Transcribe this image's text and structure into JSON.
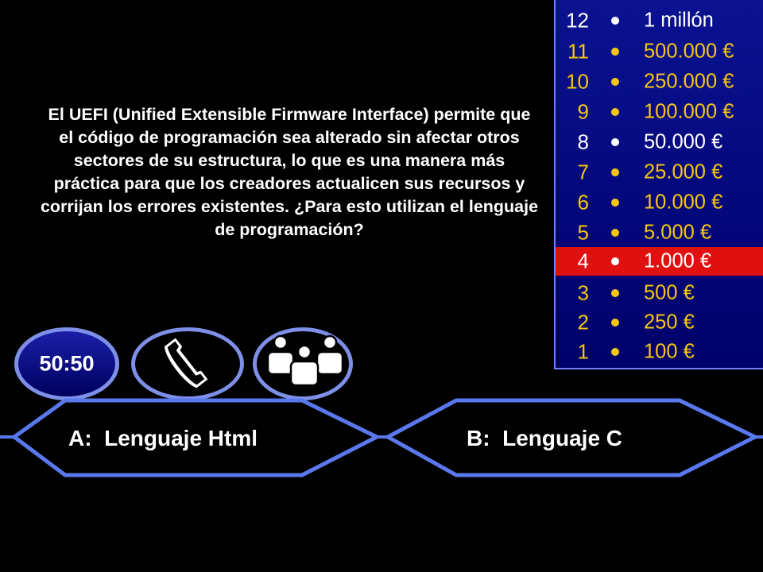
{
  "question": {
    "text": "El UEFI (Unified Extensible Firmware Interface) permite que el código de programación sea alterado sin afectar otros sectores de su estructura, lo que es una manera más práctica para que los creadores actualicen sus recursos y corrijan los errores existentes. ¿Para esto utilizan el lenguaje de programación?"
  },
  "ladder": {
    "current_level": 4,
    "rungs": [
      {
        "level": "12",
        "amount": "1 millón",
        "style": "white"
      },
      {
        "level": "11",
        "amount": "500.000 €",
        "style": "gold"
      },
      {
        "level": "10",
        "amount": "250.000 €",
        "style": "gold"
      },
      {
        "level": "9",
        "amount": "100.000 €",
        "style": "gold"
      },
      {
        "level": "8",
        "amount": "50.000 €",
        "style": "white"
      },
      {
        "level": "7",
        "amount": "25.000 €",
        "style": "gold"
      },
      {
        "level": "6",
        "amount": "10.000 €",
        "style": "gold"
      },
      {
        "level": "5",
        "amount": "5.000 €",
        "style": "gold"
      },
      {
        "level": "4",
        "amount": "1.000 €",
        "style": "current"
      },
      {
        "level": "3",
        "amount": "500 €",
        "style": "gold"
      },
      {
        "level": "2",
        "amount": "250 €",
        "style": "gold"
      },
      {
        "level": "1",
        "amount": "100 €",
        "style": "gold"
      }
    ]
  },
  "lifelines": {
    "fifty_fifty": "50:50",
    "phone_icon": "phone-icon",
    "audience_icon": "audience-icon"
  },
  "answers": {
    "a": {
      "letter": "A:",
      "text": "Lenguaje Html"
    },
    "b": {
      "letter": "B:",
      "text": "Lenguaje C"
    }
  },
  "colors": {
    "ladder_bg": "#0a1290",
    "gold": "#f6c610",
    "current": "#e01010",
    "border": "#7d8fe6"
  }
}
